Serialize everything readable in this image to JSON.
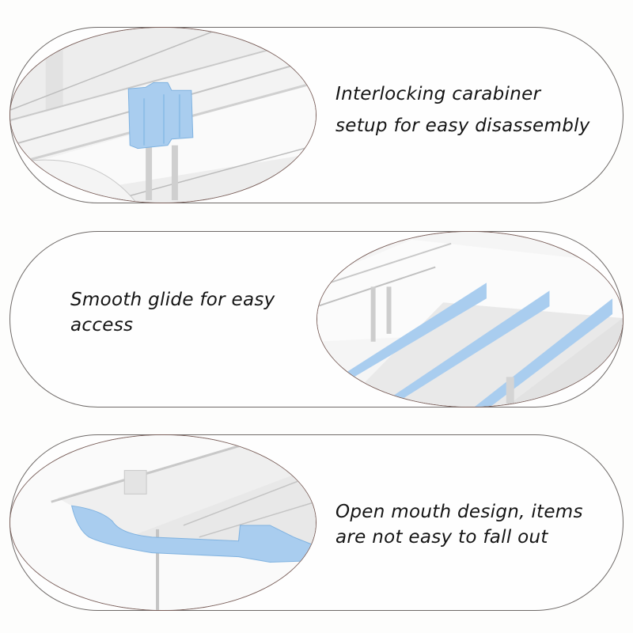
{
  "colors": {
    "background": "#fdfdfc",
    "card_border": "#6f6a68",
    "photo_border": "#7a5f5a",
    "text": "#141414",
    "accent_blue": "#a9cdef"
  },
  "features": [
    {
      "image_side": "left",
      "image_subject": "blue interlocking carabiner clip on clear acrylic rail",
      "caption_lines": [
        "Interlocking carabiner",
        "setup for easy disassembly"
      ]
    },
    {
      "image_side": "right",
      "image_subject": "clear sliding drawer tray with blue dividers",
      "caption_lines": [
        "Smooth glide for easy",
        "access"
      ]
    },
    {
      "image_side": "left",
      "image_subject": "open mouth shelf front with blue lip",
      "caption_lines": [
        "Open mouth design, items",
        "are not easy to fall out"
      ]
    }
  ]
}
